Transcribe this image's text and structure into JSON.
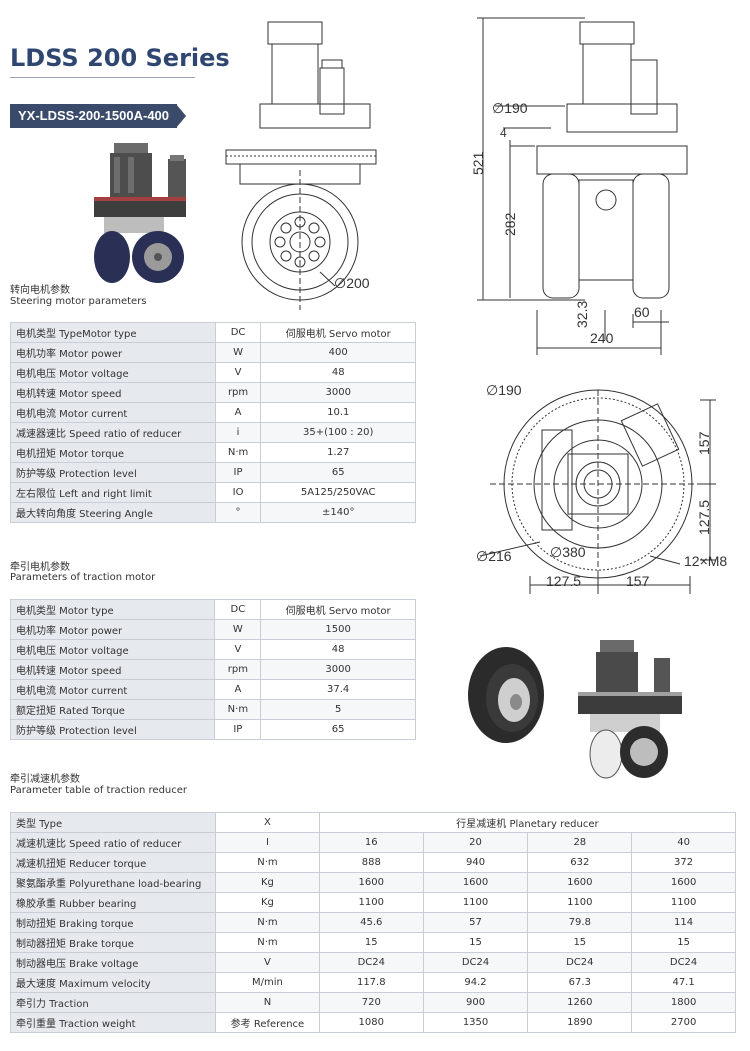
{
  "header": {
    "series_title": "LDSS 200 Series",
    "model_code": "YX-LDSS-200-1500A-400"
  },
  "colors": {
    "title": "#2f4770",
    "badge_bg": "#3a4a6a",
    "label_cell_bg": "#e6e9ee",
    "table_border": "#c9ced6"
  },
  "drawings": {
    "front_view": {
      "wheel_diameter": "∅200"
    },
    "side_view": {
      "motor_diameter": "∅190",
      "gap": "4",
      "total_height": "521",
      "axle_height": "282",
      "bottom_offset": "32.3",
      "wheel_width": "60",
      "total_width": "240"
    },
    "top_view": {
      "motor_diameter": "∅190",
      "outer_diameter": "∅216",
      "ring_diameter": "∅380",
      "right_upper": "157",
      "right_lower": "127.5",
      "bolt_spec": "12×M8",
      "bottom_left": "127.5",
      "bottom_right": "157"
    }
  },
  "steering": {
    "title_cn": "转向电机参数",
    "title_en": "Steering motor parameters",
    "rows": [
      {
        "label": "电机类型 TypeMotor type",
        "unit": "DC",
        "value": "伺服电机 Servo motor"
      },
      {
        "label": "电机功率 Motor power",
        "unit": "W",
        "value": "400"
      },
      {
        "label": "电机电压 Motor voltage",
        "unit": "V",
        "value": "48"
      },
      {
        "label": "电机转速 Motor speed",
        "unit": "rpm",
        "value": "3000"
      },
      {
        "label": "电机电流 Motor current",
        "unit": "A",
        "value": "10.1"
      },
      {
        "label": "减速器速比 Speed ratio of reducer",
        "unit": "i",
        "value": "35+(100 : 20)"
      },
      {
        "label": "电机扭矩 Motor torque",
        "unit": "N·m",
        "value": "1.27"
      },
      {
        "label": "防护等级 Protection level",
        "unit": "IP",
        "value": "65"
      },
      {
        "label": "左右限位 Left and right limit",
        "unit": "IO",
        "value": "5A125/250VAC"
      },
      {
        "label": "最大转向角度 Steering Angle",
        "unit": "°",
        "value": "±140°"
      }
    ]
  },
  "traction": {
    "title_cn": "牵引电机参数",
    "title_en": "Parameters of traction motor",
    "rows": [
      {
        "label": "电机类型 Motor type",
        "unit": "DC",
        "value": "伺服电机 Servo motor"
      },
      {
        "label": "电机功率 Motor power",
        "unit": "W",
        "value": "1500"
      },
      {
        "label": "电机电压 Motor voltage",
        "unit": "V",
        "value": "48"
      },
      {
        "label": "电机转速 Motor speed",
        "unit": "rpm",
        "value": "3000"
      },
      {
        "label": "电机电流 Motor current",
        "unit": "A",
        "value": "37.4"
      },
      {
        "label": "额定扭矩 Rated Torque",
        "unit": "N·m",
        "value": "5"
      },
      {
        "label": "防护等级 Protection level",
        "unit": "IP",
        "value": "65"
      }
    ]
  },
  "reducer": {
    "title_cn": "牵引减速机参数",
    "title_en": "Parameter table of traction reducer",
    "header": {
      "label": "类型 Type",
      "unit": "X",
      "value": "行星减速机 Planetary reducer"
    },
    "rows": [
      {
        "label": "减速机速比 Speed ratio of reducer",
        "unit": "I",
        "values": [
          "16",
          "20",
          "28",
          "40"
        ]
      },
      {
        "label": "减速机扭矩 Reducer torque",
        "unit": "N·m",
        "values": [
          "888",
          "940",
          "632",
          "372"
        ]
      },
      {
        "label": "聚氨酯承重 Polyurethane load-bearing",
        "unit": "Kg",
        "values": [
          "1600",
          "1600",
          "1600",
          "1600"
        ]
      },
      {
        "label": "橡胶承重 Rubber bearing",
        "unit": "Kg",
        "values": [
          "1100",
          "1100",
          "1100",
          "1100"
        ]
      },
      {
        "label": "制动扭矩 Braking torque",
        "unit": "N·m",
        "values": [
          "45.6",
          "57",
          "79.8",
          "114"
        ]
      },
      {
        "label": "制动器扭矩 Brake torque",
        "unit": "N·m",
        "values": [
          "15",
          "15",
          "15",
          "15"
        ]
      },
      {
        "label": "制动器电压 Brake voltage",
        "unit": "V",
        "values": [
          "DC24",
          "DC24",
          "DC24",
          "DC24"
        ]
      },
      {
        "label": "最大速度 Maximum velocity",
        "unit": "M/min",
        "values": [
          "117.8",
          "94.2",
          "67.3",
          "47.1"
        ]
      },
      {
        "label": "牵引力 Traction",
        "unit": "N",
        "values": [
          "720",
          "900",
          "1260",
          "1800"
        ]
      },
      {
        "label": "牵引重量 Traction weight",
        "unit": "参考 Reference",
        "values": [
          "1080",
          "1350",
          "1890",
          "2700"
        ]
      }
    ]
  }
}
